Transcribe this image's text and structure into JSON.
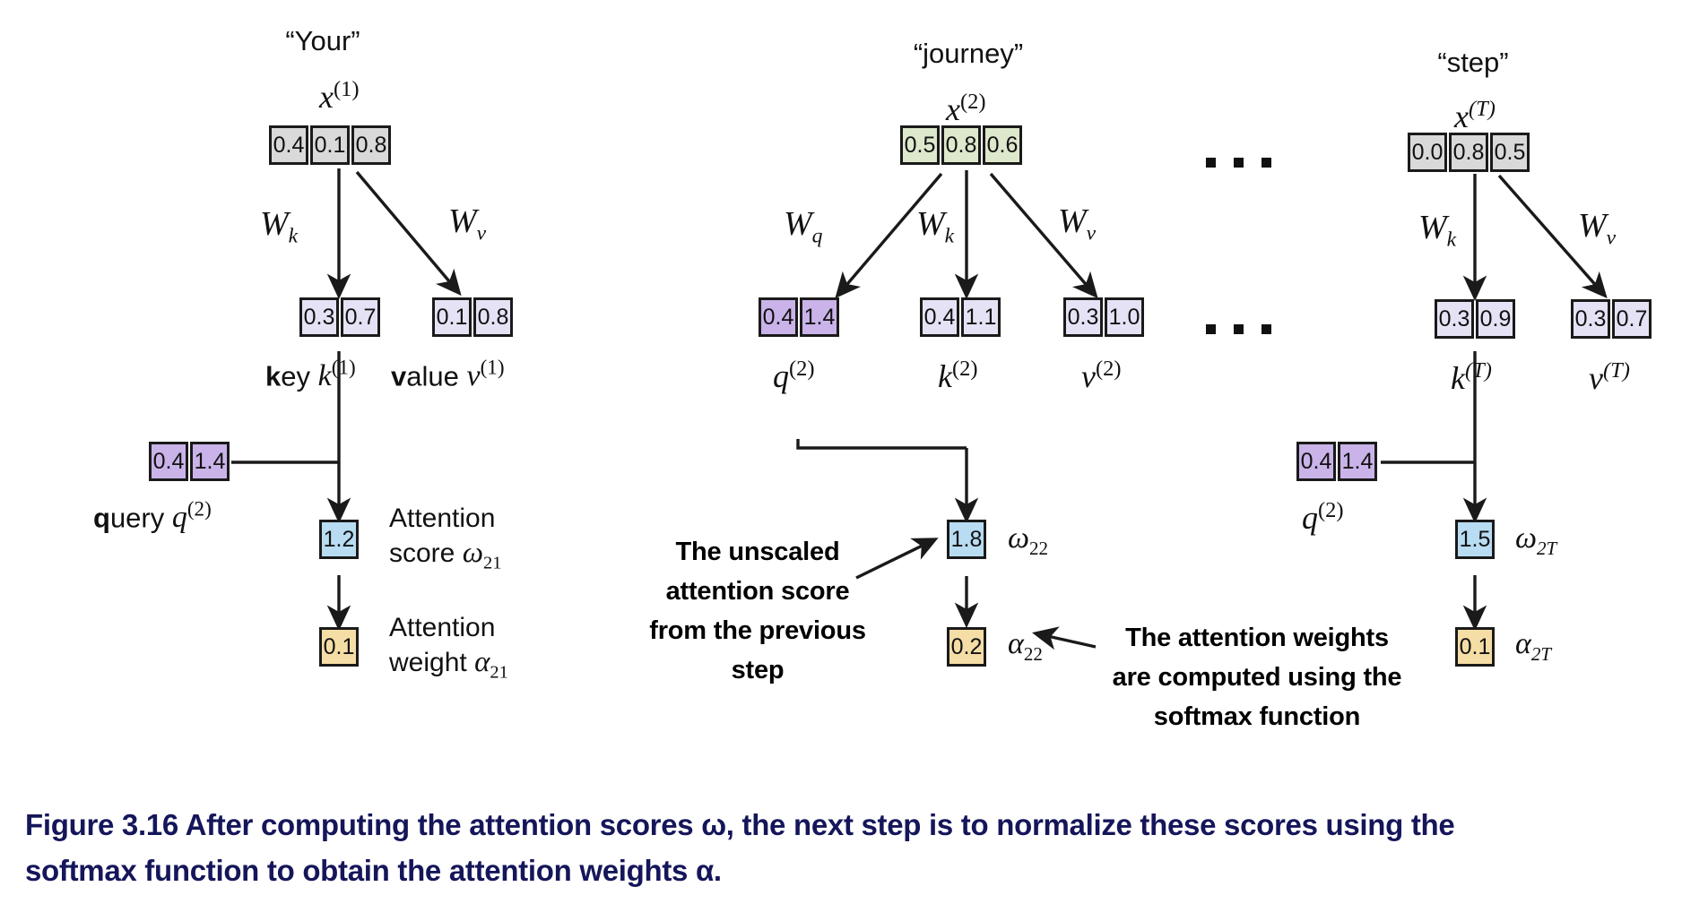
{
  "figure": {
    "caption_line1": "Figure 3.16 After computing the attention scores ω, the next step is to normalize these scores using the",
    "caption_line2": "softmax function to obtain the attention weights α.",
    "caption_color": "#15165a"
  },
  "colors": {
    "input_gray": "#d9d9d9",
    "input_green": "#dde8cc",
    "projection_lavender": "#e6e2f5",
    "query_purple": "#c9b3e8",
    "score_blue": "#b8dcf2",
    "weight_tan": "#f5dda6",
    "outline": "#1a1a1a"
  },
  "columns": [
    {
      "id": "col-your",
      "word": "“Your”",
      "input_symbol": "x(1)",
      "input_values": [
        "0.4",
        "0.1",
        "0.8"
      ],
      "weights": [
        {
          "name": "W_k",
          "base": "W",
          "sub": "k"
        },
        {
          "name": "W_v",
          "base": "W",
          "sub": "v"
        }
      ],
      "outputs": [
        {
          "id": "key",
          "label_prefix": "k",
          "label_bold": "k",
          "label_rest": "ey",
          "symbol_base": "k",
          "symbol_sup": "(1)",
          "values": [
            "0.3",
            "0.7"
          ]
        },
        {
          "id": "value",
          "label_bold": "v",
          "label_rest": "alue",
          "symbol_base": "v",
          "symbol_sup": "(1)",
          "values": [
            "0.1",
            "0.8"
          ]
        }
      ],
      "query": {
        "label_bold": "q",
        "label_rest": "uery",
        "symbol_base": "q",
        "symbol_sup": "(2)",
        "values": [
          "0.4",
          "1.4"
        ]
      },
      "score": {
        "value": "1.2",
        "symbol_base": "ω",
        "symbol_sub": "21",
        "caption_line1": "Attention",
        "caption_line2": "score"
      },
      "weight": {
        "value": "0.1",
        "symbol_base": "α",
        "symbol_sub": "21",
        "caption_line1": "Attention",
        "caption_line2": "weight"
      }
    },
    {
      "id": "col-journey",
      "word": "“journey”",
      "input_symbol": "x(2)",
      "input_values": [
        "0.5",
        "0.8",
        "0.6"
      ],
      "weights": [
        {
          "name": "W_q",
          "base": "W",
          "sub": "q"
        },
        {
          "name": "W_k",
          "base": "W",
          "sub": "k"
        },
        {
          "name": "W_v",
          "base": "W",
          "sub": "v"
        }
      ],
      "outputs": [
        {
          "id": "query",
          "symbol_base": "q",
          "symbol_sup": "(2)",
          "values": [
            "0.4",
            "1.4"
          ]
        },
        {
          "id": "key",
          "symbol_base": "k",
          "symbol_sup": "(2)",
          "values": [
            "0.4",
            "1.1"
          ]
        },
        {
          "id": "value",
          "symbol_base": "v",
          "symbol_sup": "(2)",
          "values": [
            "0.3",
            "1.0"
          ]
        }
      ],
      "score": {
        "value": "1.8",
        "symbol_base": "ω",
        "symbol_sub": "22"
      },
      "weight": {
        "value": "0.2",
        "symbol_base": "α",
        "symbol_sub": "22"
      }
    },
    {
      "id": "col-step",
      "word": "“step”",
      "input_symbol": "x(T)",
      "input_values": [
        "0.0",
        "0.8",
        "0.5"
      ],
      "weights": [
        {
          "name": "W_k",
          "base": "W",
          "sub": "k"
        },
        {
          "name": "W_v",
          "base": "W",
          "sub": "v"
        }
      ],
      "outputs": [
        {
          "id": "key",
          "symbol_base": "k",
          "symbol_sup": "(T)",
          "values": [
            "0.3",
            "0.9"
          ]
        },
        {
          "id": "value",
          "symbol_base": "v",
          "symbol_sup": "(T)",
          "values": [
            "0.3",
            "0.7"
          ]
        }
      ],
      "query": {
        "symbol_base": "q",
        "symbol_sup": "(2)",
        "values": [
          "0.4",
          "1.4"
        ]
      },
      "score": {
        "value": "1.5",
        "symbol_base": "ω",
        "symbol_sub": "2T"
      },
      "weight": {
        "value": "0.1",
        "symbol_base": "α",
        "symbol_sub": "2T"
      }
    }
  ],
  "callouts": {
    "unscaled": {
      "line1": "The unscaled",
      "line2": "attention score",
      "line3": "from the previous",
      "line4": "step"
    },
    "softmax": {
      "line1": "The attention weights",
      "line2": "are computed using the",
      "line3": "softmax function"
    }
  },
  "ellipsis": {
    "glyph": "▪▪▪",
    "count": 3
  }
}
